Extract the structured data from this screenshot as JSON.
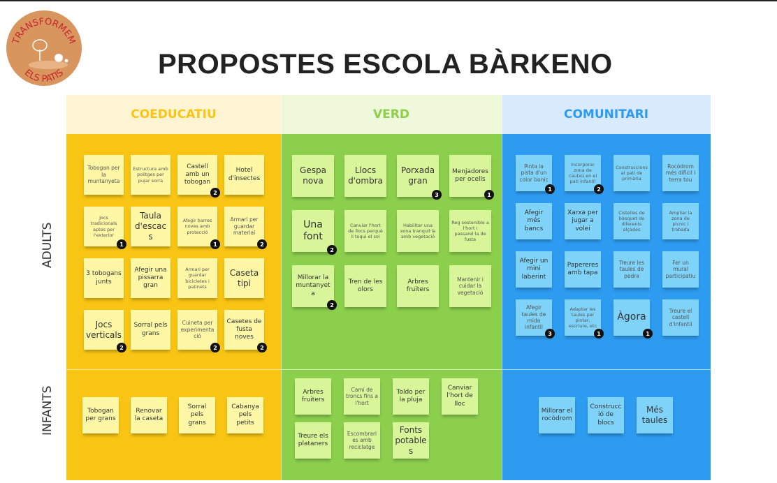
{
  "logo": {
    "text_top": "TRANSFORMEM",
    "text_bottom": "ELS PATIS"
  },
  "title": "PROPOSTES ESCOLA BÀRKENO",
  "rows": [
    "ADULTS",
    "INFANTS"
  ],
  "colors": {
    "coeducatiu": {
      "bg": "#f8c515",
      "header": "#fdf4d3",
      "note": "#fdf7a6"
    },
    "verd": {
      "bg": "#8ccf4d",
      "header": "#f0f8dc",
      "note": "#d9f59a"
    },
    "comunitari": {
      "bg": "#2d9bf0",
      "header": "#d8eafb",
      "note": "#7fd3f8"
    }
  },
  "columns": [
    {
      "key": "coeducatiu",
      "label": "COEDUCATIU",
      "adults": [
        {
          "text": "Tobogan per la muntanyeta"
        },
        {
          "text": "Estructura amb politges per pujar sorra"
        },
        {
          "text": "Castell amb un tobogan",
          "votes": 2
        },
        {
          "text": "Hotel d'insectes"
        },
        {
          "text": "Jocs tradicionals aptes per l'exterior",
          "votes": 1
        },
        {
          "text": "Taula d'escacs"
        },
        {
          "text": "Afegir barres noves amb protecció",
          "votes": 1
        },
        {
          "text": "Armari per guardar material",
          "votes": 2
        },
        {
          "text": "3 tobogans junts"
        },
        {
          "text": "Afegir una pissarra gran"
        },
        {
          "text": "Armari per guardar bicicletes i patinets"
        },
        {
          "text": "Caseta tipi"
        },
        {
          "text": "Jocs verticals",
          "votes": 2
        },
        {
          "text": "Sorral pels grans"
        },
        {
          "text": "Cuineta per experimentació",
          "votes": 2
        },
        {
          "text": "Casetes de fusta noves",
          "votes": 2
        }
      ],
      "infants": [
        {
          "text": "Tobogan per grans"
        },
        {
          "text": "Renovar la caseta"
        },
        {
          "text": "Sorral pels grans"
        },
        {
          "text": "Cabanya pels petits"
        }
      ]
    },
    {
      "key": "verd",
      "label": "VERD",
      "adults": [
        {
          "text": "Gespa nova"
        },
        {
          "text": "Llocs d'ombra"
        },
        {
          "text": "Porxada gran",
          "votes": 3
        },
        {
          "text": "Menjadores per ocells",
          "votes": 1
        },
        {
          "text": "Una font",
          "votes": 2
        },
        {
          "text": "Canviar l'hort de llocs perquè li toqui el sol"
        },
        {
          "text": "Habilitar una xona tranquil·la amb vegetació"
        },
        {
          "text": "Reg sostenible a l'hort i passarel·la de fusta"
        },
        {
          "text": "Millorar la muntanyeta",
          "votes": 2
        },
        {
          "text": "Tren de les olors"
        },
        {
          "text": "Arbres fruiters"
        },
        {
          "text": "Mantenir i cuidar la vegetació"
        }
      ],
      "infants": [
        {
          "text": "Arbres fruiters"
        },
        {
          "text": "Camí de troncs fins a l'hort"
        },
        {
          "text": "Toldo per la pluja"
        },
        {
          "text": "Canviar l'hort de lloc"
        },
        {
          "text": "Treure els plataners"
        },
        {
          "text": "Escombraries amb reciclatge"
        },
        {
          "text": "Fonts potables"
        }
      ]
    },
    {
      "key": "comunitari",
      "label": "COMUNITARI",
      "adults": [
        {
          "text": "Pinta la pista d'un color bonic",
          "votes": 1
        },
        {
          "text": "Incorporar zona de cautxú en el pati infantil",
          "votes": 2
        },
        {
          "text": "Construccions al pati de primària"
        },
        {
          "text": "Rocòdrom més difícil i terra tou"
        },
        {
          "text": "Afegir més bancs"
        },
        {
          "text": "Xarxa per jugar a volei"
        },
        {
          "text": "Cistelles de bàsquet de diferents alçades"
        },
        {
          "text": "Ampliar la zona de picnic i trobada"
        },
        {
          "text": "Afegir un mini laberint"
        },
        {
          "text": "Papereres amb tapa"
        },
        {
          "text": "Treure les taules de pedra"
        },
        {
          "text": "Fer un mural participatiu"
        },
        {
          "text": "Afegir taules de mida infantil",
          "votes": 3
        },
        {
          "text": "Adaptar les taules per pintar, escriure, etc",
          "votes": 1
        },
        {
          "text": "Àgora",
          "votes": 1
        },
        {
          "text": "Treure el castell d'infantil"
        }
      ],
      "infants": [
        {
          "text": "Millorar el rocòdrom"
        },
        {
          "text": "Construcció de blocs"
        },
        {
          "text": "Més taules"
        }
      ]
    }
  ]
}
